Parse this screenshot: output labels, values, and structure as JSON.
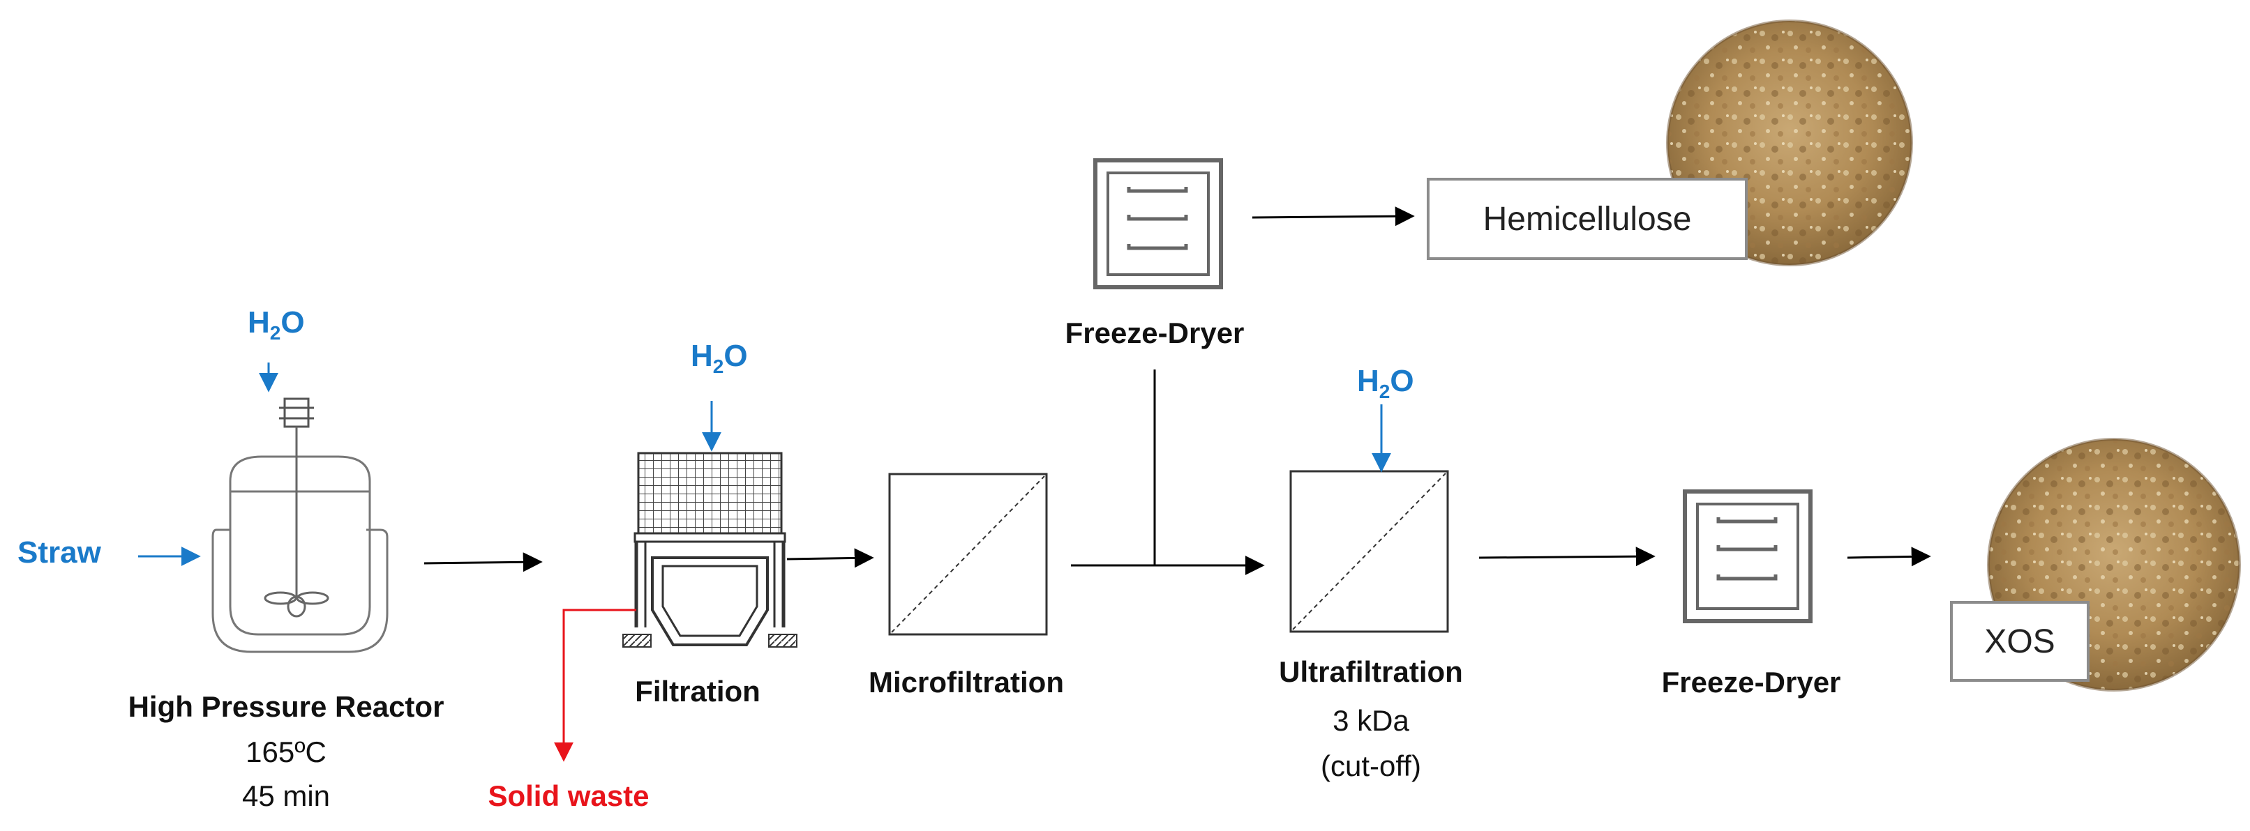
{
  "inputs": {
    "straw": "Straw",
    "water": "H",
    "water_sub": "2",
    "water_end": "O"
  },
  "units": {
    "reactor": {
      "name": "High Pressure Reactor",
      "temp": "165ºC",
      "time": "45 min"
    },
    "filtration": {
      "name": "Filtration"
    },
    "microfiltration": {
      "name": "Microfiltration"
    },
    "freeze_dryer_top": {
      "name": "Freeze-Dryer"
    },
    "ultrafiltration": {
      "name": "Ultrafiltration",
      "cutoff_value": "3 kDa",
      "cutoff_note": "(cut-off)"
    },
    "freeze_dryer_bottom": {
      "name": "Freeze-Dryer"
    }
  },
  "outputs": {
    "solid_waste": "Solid waste",
    "hemicellulose": "Hemicellulose",
    "xos": "XOS"
  },
  "colors": {
    "water_blue": "#1a7ac9",
    "waste_red": "#e8141b",
    "powder_tan": "#b8955f"
  },
  "icons": {
    "reactor": "stirred-reactor-icon",
    "filter": "filter-press-icon",
    "membrane": "membrane-module-icon",
    "dryer": "freeze-dryer-icon",
    "powder": "powder-sample-photo"
  }
}
